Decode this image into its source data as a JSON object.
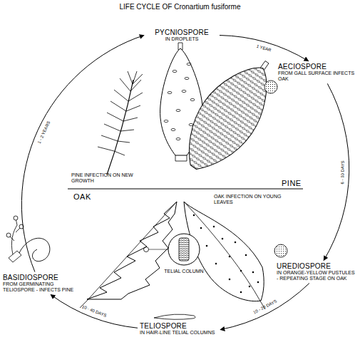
{
  "diagram": {
    "title": "LIFE CYCLE OF Cronartium fusiforme",
    "nodes": [
      {
        "text": [
          "PYCNIOSPORE",
          "IN DROPLETS"
        ]
      },
      {
        "text": [
          "AECIOSPORE",
          "FROM GALL SURFACE INFECTS OAK"
        ]
      },
      {
        "text": [
          "UREDIOSPORE",
          "IN ORANGE-YELLOW PUSTULES - REPEATING STAGE ON OAK"
        ]
      },
      {
        "text": [
          "TELIOSPORE",
          "IN HAIR-LINE TELIAL COLUMNS"
        ]
      },
      {
        "text": [
          "BASIDIOSPORE",
          "FROM GERMINATING TELIOSPORE - INFECTS PINE"
        ]
      }
    ],
    "edges": [
      {
        "from": 0,
        "to": 1,
        "arrow": "to",
        "label": "1 YEAR"
      },
      {
        "from": 1,
        "to": 2,
        "arrow": "to",
        "label": "6 - 10 DAYS"
      },
      {
        "from": 2,
        "to": 3,
        "arrow": "to",
        "label": "10 - 20 DAYS"
      },
      {
        "from": 3,
        "to": 4,
        "arrow": "to",
        "label": "10 - 40 DAYS"
      },
      {
        "from": 4,
        "to": 0,
        "arrow": "to",
        "label": "1 - 2 YEARS"
      }
    ],
    "labels": [
      "PINE INFECTION ON NEW GROWTH",
      "PINE",
      "OAK",
      "OAK INFECTION ON YOUNG LEAVES",
      "TELIAL COLUMN"
    ]
  }
}
